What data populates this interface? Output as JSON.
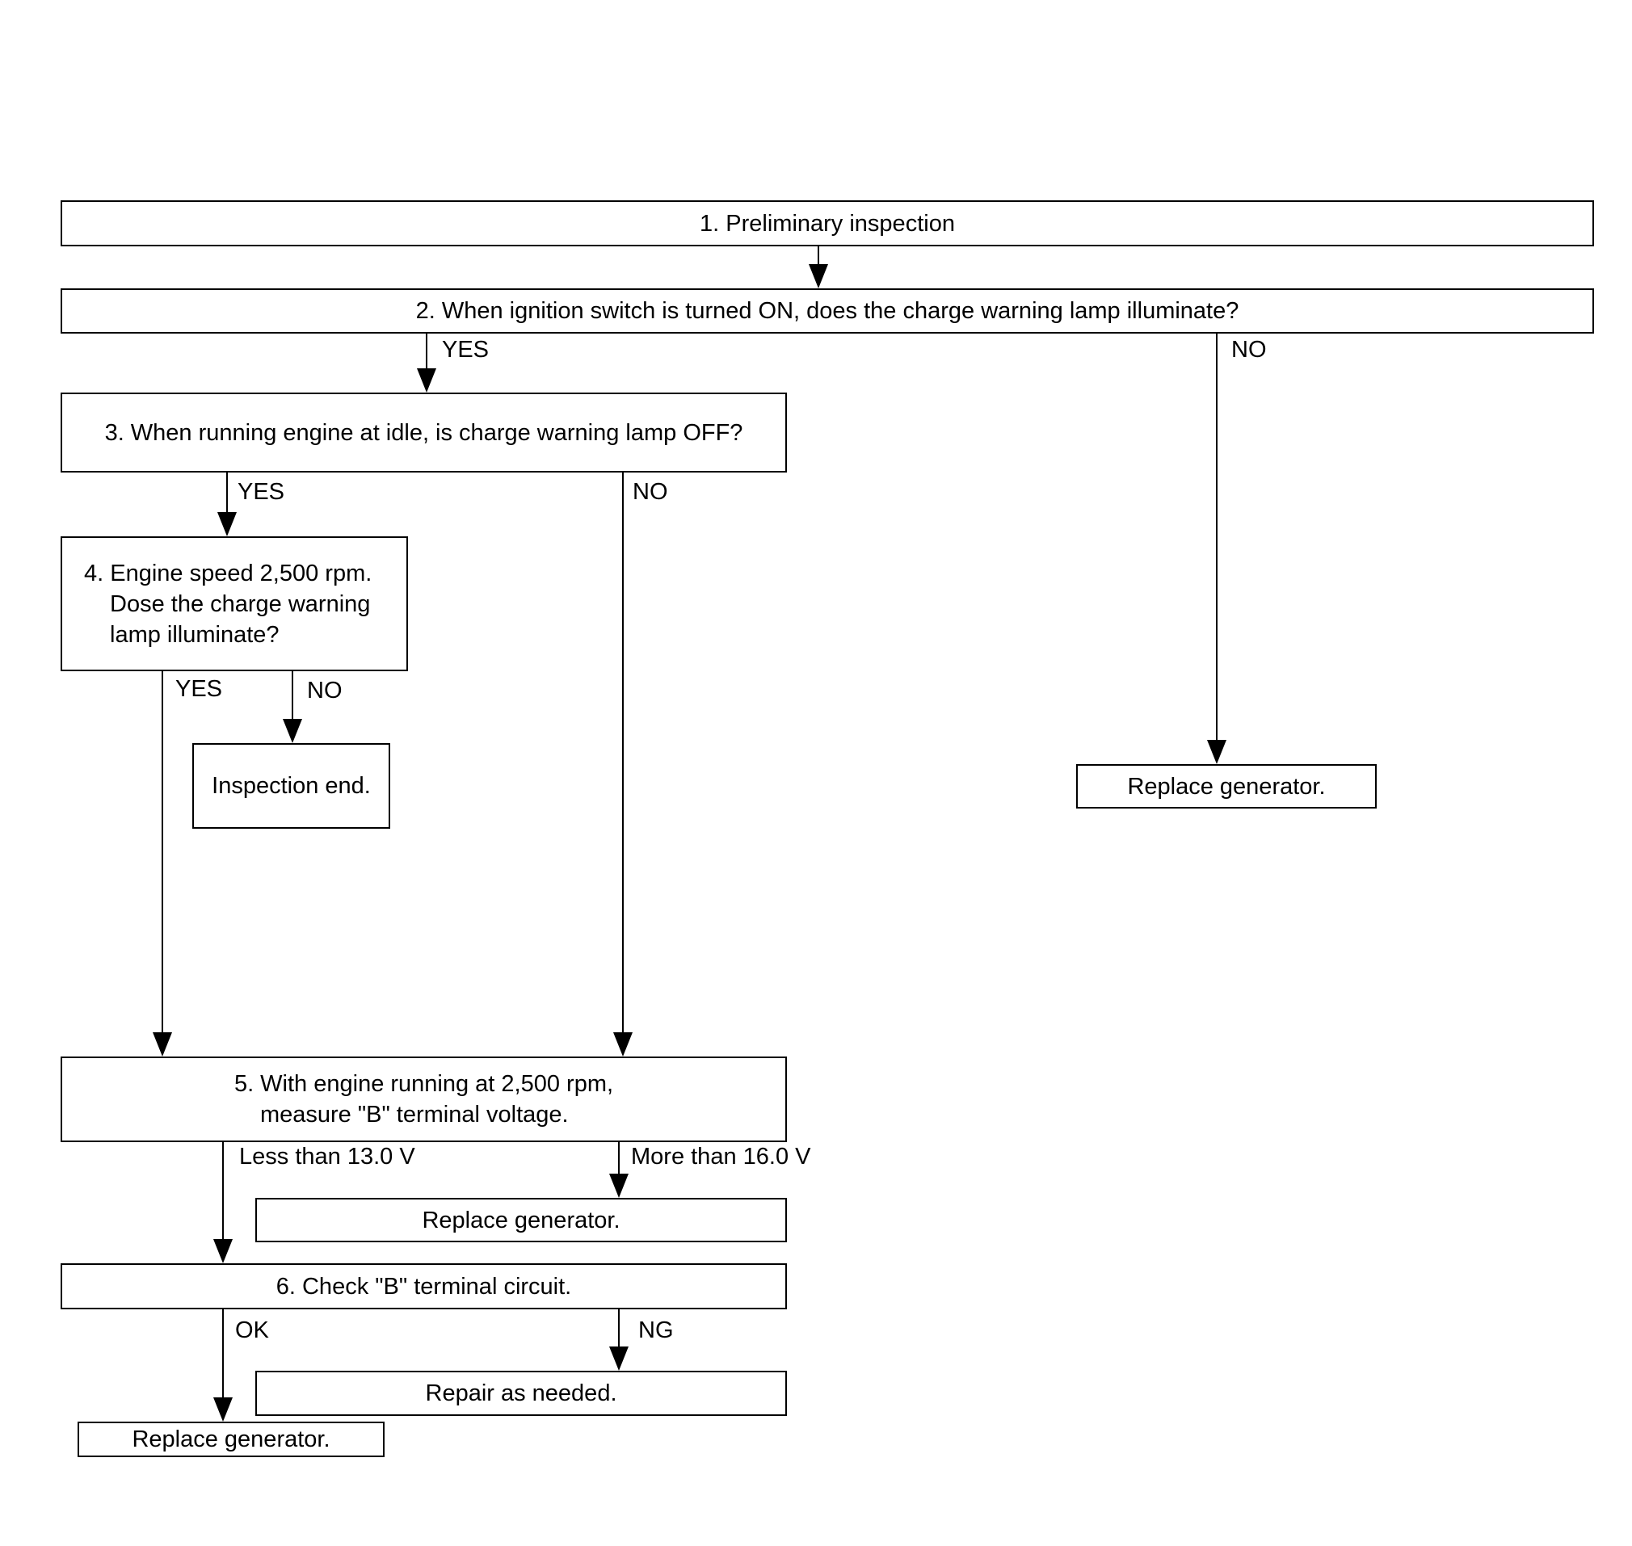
{
  "steps": {
    "step1": "1. Preliminary inspection",
    "step2": "2. When ignition switch is turned ON, does the charge warning lamp illuminate?",
    "step3": "3. When running engine at idle, is charge warning lamp OFF?",
    "step4": [
      "4. Engine speed 2,500 rpm.",
      "Dose the charge warning",
      "lamp illuminate?"
    ],
    "step5": [
      "5. With engine running at 2,500 rpm,",
      "measure \"B\" terminal voltage."
    ],
    "step6": "6. Check \"B\" terminal circuit."
  },
  "results": {
    "inspection_end": "Inspection end.",
    "replace_generator_no": "Replace generator.",
    "replace_generator_high_voltage": "Replace generator.",
    "repair": "Repair as needed.",
    "replace_generator_ok": "Replace generator."
  },
  "branch_labels": {
    "s2_yes": "YES",
    "s2_no": "NO",
    "s3_yes": "YES",
    "s3_no": "NO",
    "s4_yes": "YES",
    "s4_no": "NO",
    "s5_low": "Less than 13.0 V",
    "s5_high": "More than 16.0 V",
    "s6_ok": "OK",
    "s6_ng": "NG"
  }
}
